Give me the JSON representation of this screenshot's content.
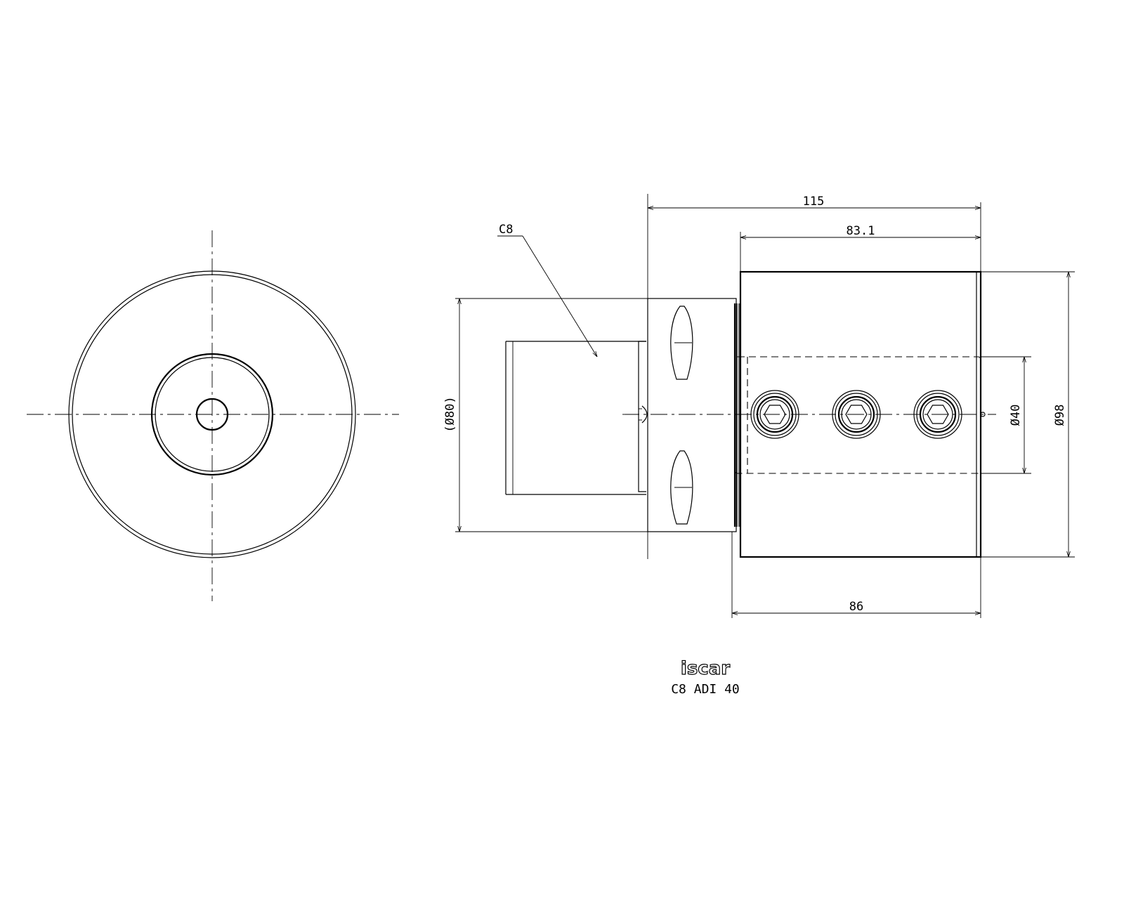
{
  "drawing": {
    "part_number": "C8 ADI 40",
    "brand_logo_text": "iscar",
    "callout_label": "C8",
    "dimensions": {
      "overall_length": "115",
      "body_length": "83.1",
      "bottom_length": "86",
      "shank_diameter": "(Ø80)",
      "bore_diameter": "Ø40",
      "body_diameter": "Ø98"
    }
  }
}
